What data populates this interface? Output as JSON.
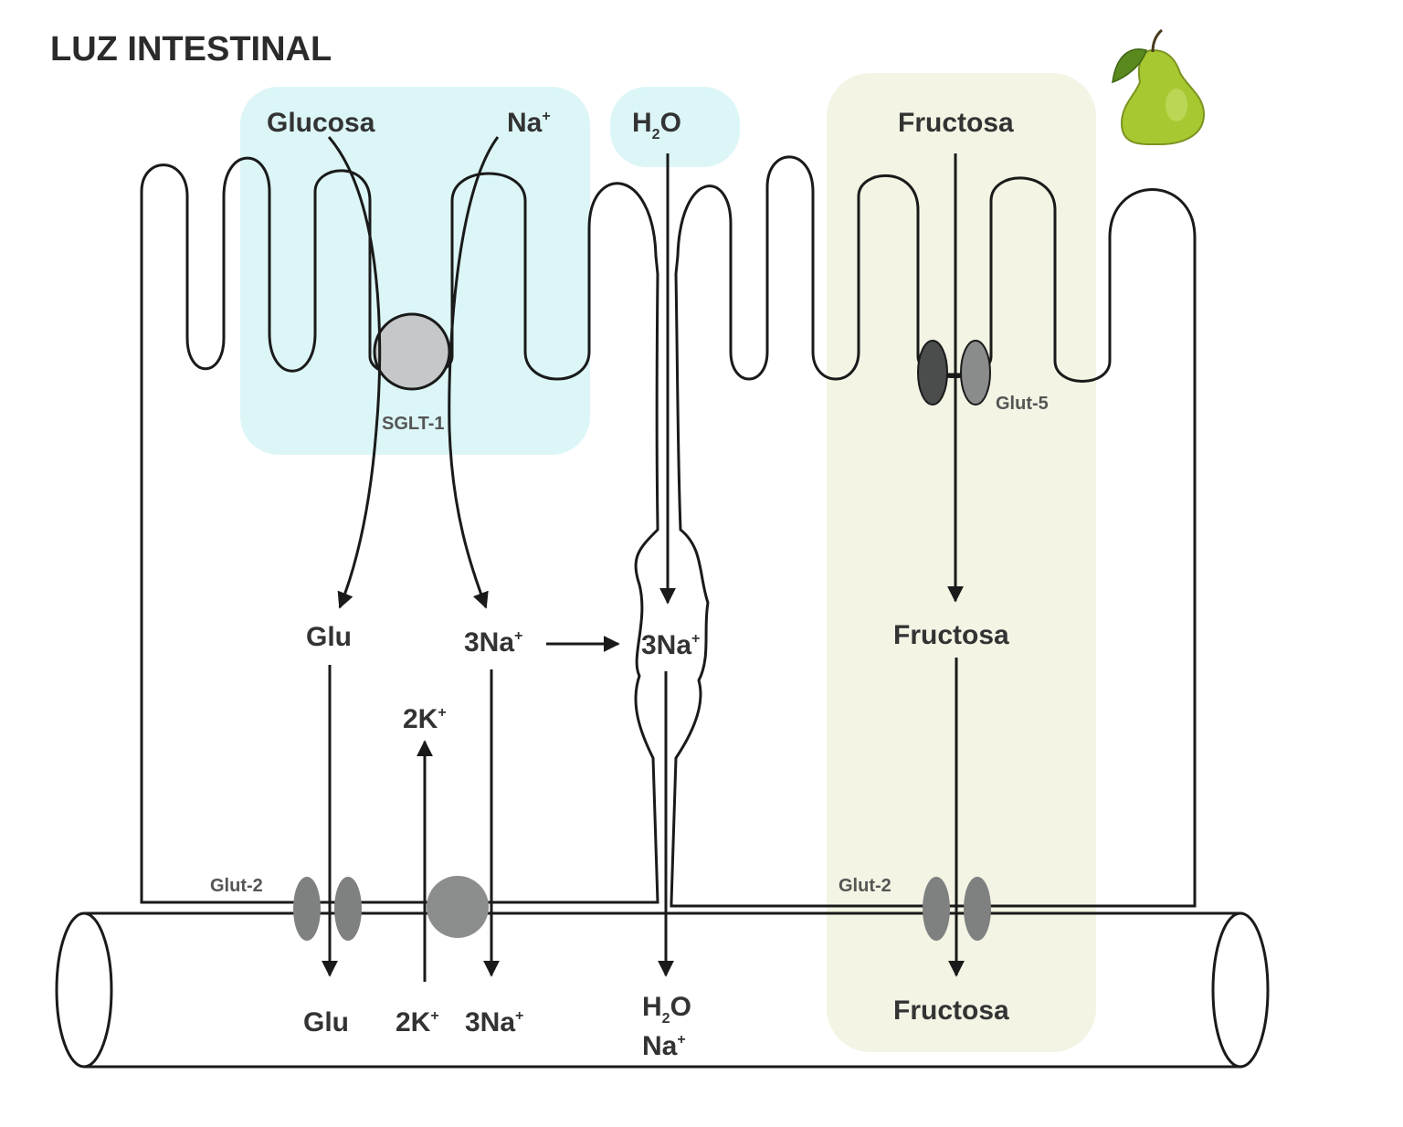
{
  "title": "LUZ INTESTINAL",
  "colors": {
    "glucose_panel": "#dcf6f7",
    "fructose_panel": "#f3f4e4",
    "outline": "#1a1a1a",
    "text": "#333333",
    "sglt_fill": "#c4c8c8",
    "transporter_fill": "#7f8180",
    "glut5_dark": "#4a4d4c",
    "glut5_light": "#8a8c8b",
    "pear_body": "#a8c832",
    "pear_leaf": "#5a8a1e"
  },
  "lumen": {
    "glucosa": "Glucosa",
    "na_main": "Na",
    "na_sup": "+",
    "h2o_h": "H",
    "h2o_sub": "2",
    "h2o_o": "O",
    "fructosa": "Fructosa"
  },
  "transporters": {
    "sglt1": "SGLT-1",
    "glut5": "Glut-5",
    "glut2_left": "Glut-2",
    "glut2_right": "Glut-2"
  },
  "cell": {
    "glu": "Glu",
    "na3_main": "3Na",
    "na3_sup": "+",
    "na3_junction_main": "3Na",
    "na3_junction_sup": "+",
    "k2_main": "2K",
    "k2_sup": "+",
    "fructosa": "Fructosa"
  },
  "blood": {
    "glu": "Glu",
    "k2_main": "2K",
    "k2_sup": "+",
    "na3_main": "3Na",
    "na3_sup": "+",
    "h2o_h": "H",
    "h2o_sub": "2",
    "h2o_o": "O",
    "na_main": "Na",
    "na_sup": "+",
    "fructosa": "Fructosa"
  },
  "icons": {
    "pear": "pear-icon"
  }
}
